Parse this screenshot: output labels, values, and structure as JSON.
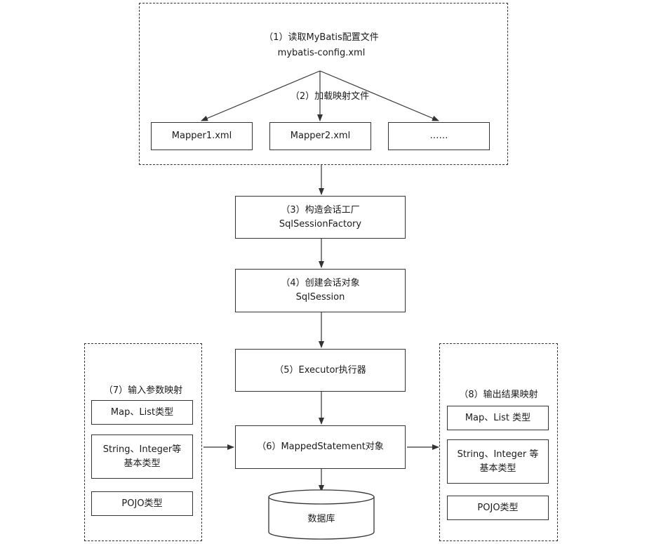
{
  "config": {
    "step1_label": "（1）读取MyBatis配置文件",
    "config_file": "mybatis-config.xml",
    "step2_label": "（2）加载映射文件",
    "mappers": [
      "Mapper1.xml",
      "Mapper2.xml",
      "……"
    ]
  },
  "flow": {
    "step3_line1": "（3）构造会话工厂",
    "step3_line2": "SqlSessionFactory",
    "step4_line1": "（4）创建会话对象",
    "step4_line2": "SqlSession",
    "step5": "（5）Executor执行器",
    "step6": "（6）MappedStatement对象",
    "database": "数据库"
  },
  "input_mapping": {
    "title": "（7）输入参数映射",
    "item1": "Map、List类型",
    "item2_line1": "String、Integer等",
    "item2_line2": "基本类型",
    "item3": "POJO类型"
  },
  "output_mapping": {
    "title": "（8）输出结果映射",
    "item1": "Map、List 类型",
    "item2_line1": "String、Integer 等",
    "item2_line2": "基本类型",
    "item3": "POJO类型"
  }
}
